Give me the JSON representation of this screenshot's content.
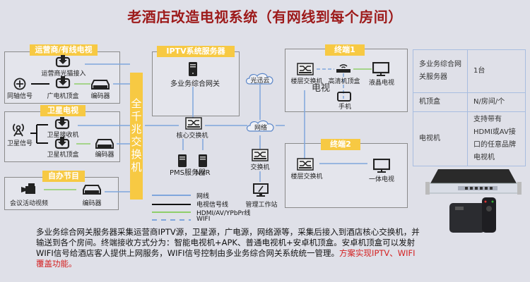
{
  "title": "老酒店改造电视系统（有网线到每个房间）",
  "colors": {
    "title": "#9d1a1a",
    "tag_bg": "#f7c943",
    "network_line": "#7fa6dc",
    "signal_line": "#111111",
    "hdmi_line": "#8fce6a",
    "highlight_text": "#d42020"
  },
  "sources": {
    "operator": {
      "tag": "运营商/有线电视",
      "optical_modem": "运营商光猫接入",
      "coax": "同轴信号",
      "stb": "广电机顶盒",
      "encoder": "编码器"
    },
    "satellite": {
      "tag": "卫星电视",
      "signal": "卫星信号",
      "receiver": "卫星接收机",
      "stb": "卫星机顶盒",
      "encoder": "编码器"
    },
    "self": {
      "tag": "自办节目",
      "video": "会议活动视频",
      "encoder": "编码器"
    }
  },
  "backbone": "全千兆交换机",
  "iptv": {
    "tag": "IPTV系统服务器",
    "gateway": "多业务综合网关"
  },
  "core": {
    "switch": "核心交换机",
    "pms": "PMS服务器",
    "nvr": "NVR",
    "cloud_top": "光迅云",
    "cloud_net": "网络",
    "switch2": "交换机",
    "workstation": "管理工作站"
  },
  "terminal1": {
    "tag": "终端1",
    "floor_switch": "楼层交换机",
    "hd_stb": "高清机顶盒",
    "lcd_tv": "液晶电视",
    "phone": "手机",
    "overlay": "电视"
  },
  "terminal2": {
    "tag": "终端2",
    "floor_switch": "楼层交换机",
    "tv": "一体电视"
  },
  "legend": [
    {
      "label": "网线",
      "style": "network"
    },
    {
      "label": "电视信号线",
      "style": "signal"
    },
    {
      "label": "HDMI/AV/YPbPr线",
      "style": "hdmi"
    },
    {
      "label": "WIFI",
      "style": "wifi"
    }
  ],
  "spec_table": [
    {
      "item": "多业务综合网关服务器",
      "value": "1台"
    },
    {
      "item": "机顶盒",
      "value": "N/房间/个"
    },
    {
      "item": "电视机",
      "value": "支持带有HDMI或AV接口的任意品牌电视机"
    }
  ],
  "description": {
    "text": "多业务综合网关服务器采集运营商IPTV源，卫星源，广电源，网络源等，采集后接入到酒店核心交换机，并输送到各个房间。终端接收方式分为：智能电视机+APK、普通电视机+安卓机顶盒。安卓机顶盒可以发射WIFI信号给酒店客人提供上网服务，WIFI信号控制由多业务综合网关系统统一管理。",
    "highlight": "方案实现IPTV、WIFI覆盖功能。"
  }
}
